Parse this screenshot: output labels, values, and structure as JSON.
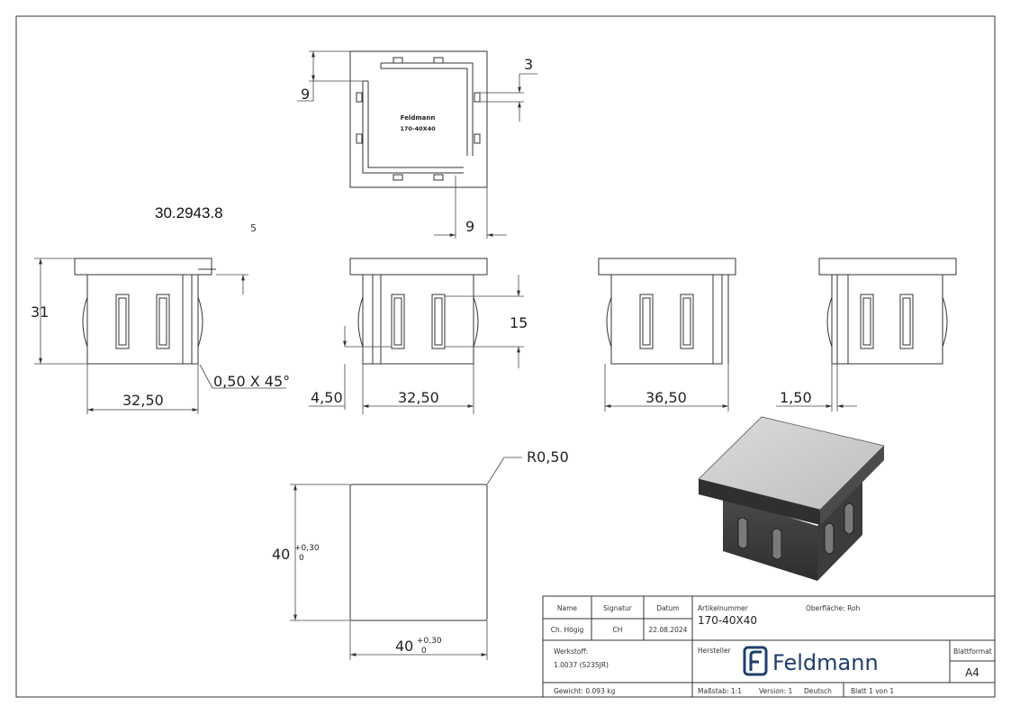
{
  "drawing": {
    "top_view": {
      "label_brand": "Feldmann",
      "label_part": "170-40X40",
      "dim_9_left": "9",
      "dim_3": "3",
      "dim_9_bottom": "9"
    },
    "ref_number": "30.2943.8",
    "stray_mark": "5",
    "views": {
      "side1": {
        "dim_height": "31",
        "dim_width": "32,50",
        "dim_chamfer": "0,50 X 45°"
      },
      "side2": {
        "dim_left": "4,50",
        "dim_width": "32,50",
        "dim_15": "15"
      },
      "side3": {
        "dim_width": "36,50"
      },
      "side4": {
        "dim_150": "1,50"
      },
      "square": {
        "dim_radius": "R0,50",
        "dim_h": "40",
        "dim_h_tol_up": "+0,30",
        "dim_h_tol_low": "0",
        "dim_w": "40",
        "dim_w_tol_up": "+0,30",
        "dim_w_tol_low": "0"
      }
    }
  },
  "title_block": {
    "col_name": "Name",
    "col_signatur": "Signatur",
    "col_datum": "Datum",
    "name": "Ch. Högig",
    "signatur": "CH",
    "datum": "22.08.2024",
    "artikelnummer_label": "Artikelnummer",
    "artikelnummer": "170-40X40",
    "oberflaeche": "Oberfläche: Roh",
    "werkstoff_label": "Werkstoff:",
    "werkstoff": "1.0037 (S235JR)",
    "hersteller_label": "Hersteller",
    "logo_text": "Feldmann",
    "blattformat_label": "Blattformat",
    "blattformat": "A4",
    "gewicht": "Gewicht: 0.093 kg",
    "massstab": "Maßstab: 1:1",
    "version": "Version: 1",
    "sprache": "Deutsch",
    "blatt": "Blatt 1 von 1"
  }
}
